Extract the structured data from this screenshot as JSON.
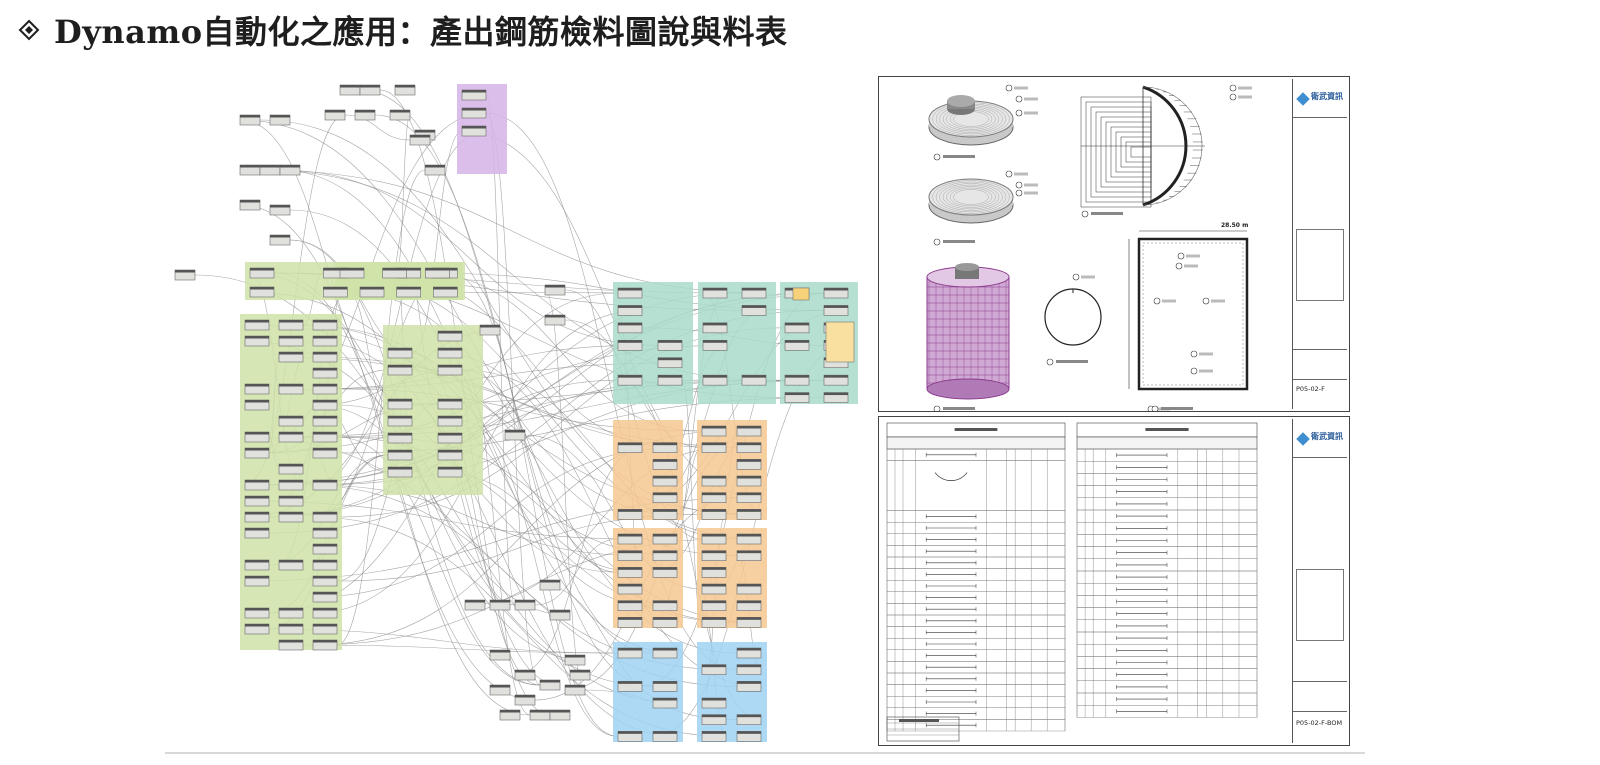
{
  "header": {
    "title": "Dynamo自動化之應用：產出鋼筋檢料圖說與料表",
    "bullet_icon": "diamond-bullet-icon"
  },
  "colors": {
    "title": "#1e1e1e",
    "group_green": "#cfe3a8",
    "group_purple": "#d6b3e6",
    "group_teal": "#a9dbc9",
    "group_orange": "#f6c892",
    "group_blue": "#9fd2f3",
    "node_body": "#e0e0dc",
    "wire": "#8a8a8a",
    "tank_purple": "#8c3d8f",
    "logo_blue": "#2a5b9a"
  },
  "sheets": {
    "plan": {
      "logo": "衛武資訊",
      "sheet_number": "P05-02-F",
      "dimension_label": "28.50 m"
    },
    "bom": {
      "logo": "衛武資訊",
      "sheet_number": "P05-02-F-BOM"
    }
  }
}
